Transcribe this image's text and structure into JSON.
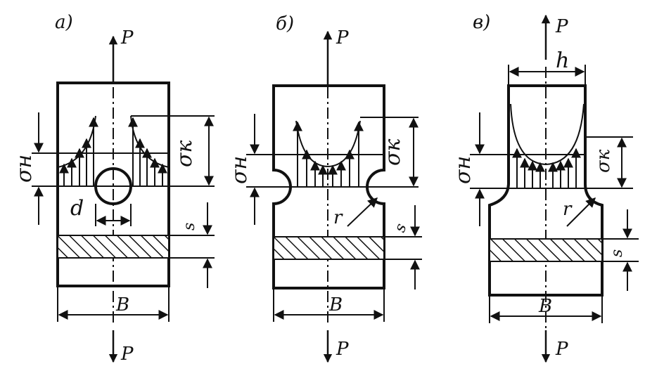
{
  "panels": [
    {
      "id": "a",
      "label": "а)",
      "load_top": "P",
      "load_bottom": "P",
      "sigma_nominal": "σн",
      "sigma_peak": "σк",
      "hole_diameter": "d",
      "thickness": "s",
      "width": "B"
    },
    {
      "id": "b",
      "label": "б)",
      "load_top": "P",
      "load_bottom": "P",
      "sigma_nominal": "σн",
      "sigma_peak": "σк",
      "radius": "r",
      "thickness": "s",
      "width": "B"
    },
    {
      "id": "v",
      "label": "в)",
      "load_top": "P",
      "load_bottom": "P",
      "sigma_nominal": "σн",
      "sigma_peak": "σк",
      "radius": "r",
      "thickness": "s",
      "width": "B",
      "neck_width": "h"
    }
  ]
}
